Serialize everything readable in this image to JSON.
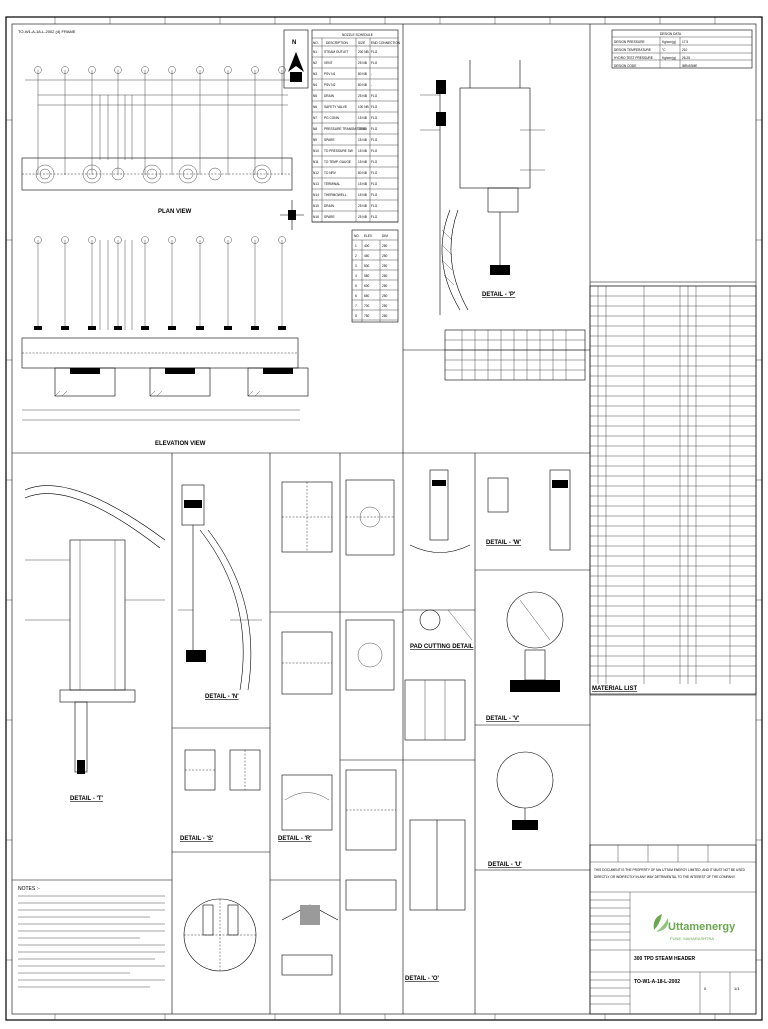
{
  "drawing": {
    "title_block_top": "TO-W1-A-18-L-2002 (4) FRAME",
    "plan_view_label": "PLAN VIEW",
    "elevation_view_label": "ELEVATION VIEW",
    "north_label": "N",
    "detail_label_p": "DETAIL - 'P'",
    "detail_label_t": "DETAIL - 'T'",
    "detail_label_n": "DETAIL - 'N'",
    "detail_label_w": "DETAIL - 'W'",
    "detail_label_v": "DETAIL - 'V'",
    "detail_label_u": "DETAIL - 'U'",
    "detail_label_r": "DETAIL - 'R'",
    "detail_label_s": "DETAIL - 'S'",
    "detail_label_o": "DETAIL - 'O'",
    "pad_cut_detail": "PAD CUTTING DETAIL",
    "material_list": "MATERIAL LIST",
    "notes_label": "NOTES :-"
  },
  "schedule_table": {
    "title": "NOZZLE SCHEDULE",
    "headers": [
      "NO.",
      "DESCRIPTION",
      "SIZE",
      "END CONNECTION"
    ],
    "rows": [
      [
        "N1",
        "STEAM OUTLET",
        "200 NB",
        "FLG"
      ],
      [
        "N2",
        "VENT",
        "25 NB",
        "FLG"
      ],
      [
        "N3",
        "PSV N1",
        "80 NB",
        "-"
      ],
      [
        "N4",
        "PSV N2",
        "80 NB",
        "-"
      ],
      [
        "N5",
        "DRAIN",
        "25 NB",
        "FLG"
      ],
      [
        "N6",
        "SAFETY VALVE",
        "100 NB",
        "FLG"
      ],
      [
        "N7",
        "PG CONN",
        "15 NB",
        "FLG"
      ],
      [
        "N8",
        "PRESSURE TRANSMITTER",
        "15 NB",
        "FLG"
      ],
      [
        "N9",
        "SPARE",
        "15 NB",
        "FLG"
      ],
      [
        "N10",
        "TO PRESSURE SW",
        "15 NB",
        "FLG"
      ],
      [
        "N11",
        "TO TEMP. GAUGE",
        "15 NB",
        "FLG"
      ],
      [
        "N12",
        "TO NRV",
        "80 NB",
        "FLG"
      ],
      [
        "N13",
        "TERMINAL",
        "15 NB",
        "FLG"
      ],
      [
        "N14",
        "THERMOWELL",
        "15 NB",
        "FLG"
      ],
      [
        "N15",
        "DRAIN",
        "25 NB",
        "FLG"
      ],
      [
        "N16",
        "SPARE",
        "25 NB",
        "FLG"
      ]
    ]
  },
  "design_data": {
    "title": "DESIGN DATA",
    "rows": [
      [
        "DESIGN PRESSURE",
        "Kg/cm²(g)",
        "17.5"
      ],
      [
        "DESIGN TEMPERATURE",
        "°C",
        "210"
      ],
      [
        "HYDRO TEST PRESSURE",
        "Kg/cm²(g)",
        "26.25"
      ],
      [
        "DESIGN CODE",
        "",
        "IBR/ASME"
      ]
    ]
  },
  "elevation_table": {
    "headers": [
      "NO.",
      "ELEV.",
      "DIM"
    ],
    "rows": [
      [
        "1",
        "400",
        "250"
      ],
      [
        "2",
        "450",
        "250"
      ],
      [
        "3",
        "500",
        "250"
      ],
      [
        "4",
        "550",
        "250"
      ],
      [
        "5",
        "600",
        "250"
      ],
      [
        "6",
        "650",
        "250"
      ],
      [
        "7",
        "700",
        "250"
      ],
      [
        "8",
        "750",
        "250"
      ]
    ]
  },
  "title_block": {
    "company_line": "THIS DOCUMENT IS THE PROPERTY OF M/s UTTAM ENERGY LIMITED, AND IT MUST NOT BE USED",
    "company_line2": "DIRECTLY OR INDIRECTLY IN ANY WAY DETRIMENTAL TO THE INTEREST OF THE COMPANY.",
    "brand_name": "Uttamenergy",
    "brand_sub": "PUNE, MAHARASHTRA",
    "drawing_title": "300 TPD STEAM HEADER",
    "drawing_no": "TO-W1-A-18-L-2002",
    "rev": "0",
    "sheet": "1/1"
  }
}
